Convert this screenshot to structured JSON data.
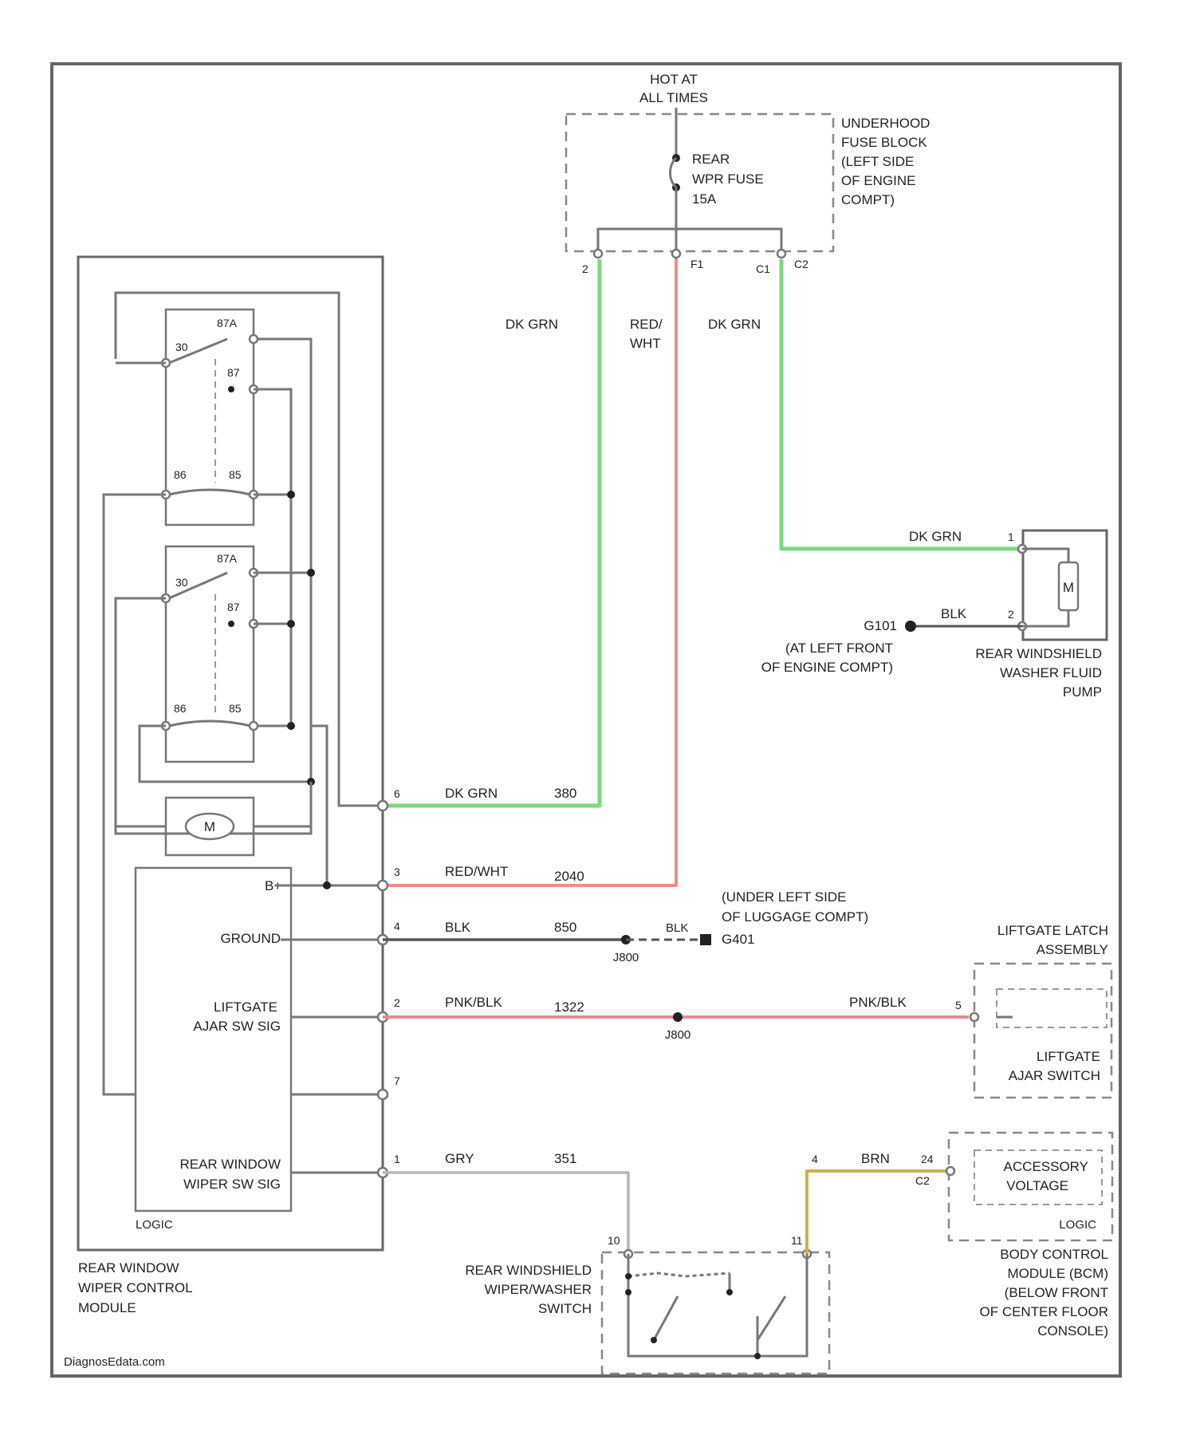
{
  "diagram": {
    "hot_label_1": "HOT AT",
    "hot_label_2": "ALL TIMES",
    "fuse_block": [
      "UNDERHOOD",
      "FUSE BLOCK",
      "(LEFT SIDE",
      "OF ENGINE",
      "COMPT)"
    ],
    "fuse": [
      "REAR",
      "WPR FUSE",
      "15A"
    ],
    "fuse_pins": [
      "2",
      "F1",
      "C1",
      "C2"
    ],
    "wires": {
      "dkgrn_top_left": "DK GRN",
      "red_wht_top_1": "RED/",
      "red_wht_top_2": "WHT",
      "dkgrn_top_right": "DK GRN",
      "dkgrn_pump": "DK GRN",
      "blk_pump": "BLK",
      "dkgrn_module": "DK GRN",
      "dkgrn_module_circuit": "380",
      "redwht_module": "RED/WHT",
      "redwht_module_circuit": "2040",
      "blk_module": "BLK",
      "blk_module_circuit": "850",
      "blk_ground": "BLK",
      "pnkblk_module": "PNK/BLK",
      "pnkblk_module_circuit": "1322",
      "pnkblk_latch": "PNK/BLK",
      "gry_module": "GRY",
      "gry_circuit": "351",
      "brn_bcm": "BRN"
    },
    "pump": {
      "label": [
        "REAR WINDSHIELD",
        "WASHER FLUID",
        "PUMP"
      ],
      "motor": "M",
      "pins": [
        "1",
        "2"
      ],
      "ground_id": "G101",
      "ground_loc": [
        "(AT LEFT FRONT",
        "OF ENGINE COMPT)"
      ]
    },
    "module": {
      "label": [
        "REAR WINDOW",
        "WIPER CONTROL",
        "MODULE"
      ],
      "motor": "M",
      "relay_pins": [
        "87A",
        "30",
        "87",
        "86",
        "85"
      ],
      "logic_inputs": [
        "B+",
        "GROUND",
        "LIFTGATE",
        "AJAR SW SIG",
        "REAR WINDOW",
        "WIPER SW SIG"
      ],
      "logic": "LOGIC",
      "connector_pins": [
        "6",
        "3",
        "4",
        "2",
        "7",
        "1"
      ]
    },
    "ground_splice": "J800",
    "ground_loc": [
      "(UNDER LEFT SIDE",
      "OF LUGGAGE COMPT)"
    ],
    "ground_id": "G401",
    "splice_pnk": "J800",
    "latch": {
      "label": [
        "LIFTGATE LATCH",
        "ASSEMBLY"
      ],
      "switch": [
        "LIFTGATE",
        "AJAR SWITCH"
      ],
      "pin": "5"
    },
    "switch": {
      "label": [
        "REAR WINDSHIELD",
        "WIPER/WASHER",
        "SWITCH"
      ],
      "pins": [
        "10",
        "11"
      ]
    },
    "bcm": {
      "pins": [
        "4",
        "24",
        "C2"
      ],
      "inner": [
        "ACCESSORY",
        "VOLTAGE"
      ],
      "logic": "LOGIC",
      "label": [
        "BODY CONTROL",
        "MODULE (BCM)",
        "(BELOW FRONT",
        "OF CENTER FLOOR",
        "CONSOLE)"
      ]
    },
    "watermark": "DiagnosEdata.com",
    "colors": {
      "dk_grn": "#7fd67f",
      "red_wht": "#ef8c8c",
      "pnk_blk": "#e58a96",
      "blk": "#555555",
      "gry": "#b5b5b5",
      "brn": "#c9b34a"
    }
  }
}
